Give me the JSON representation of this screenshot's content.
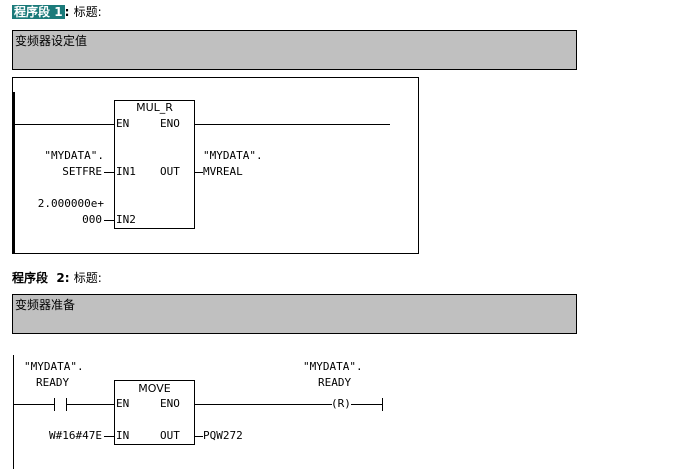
{
  "networks": [
    {
      "title_prefix": "程序段",
      "number": "1",
      "title_sep": ":",
      "title_label": "标题:",
      "comment": "变频器设定值",
      "block": {
        "name": "MUL_R",
        "en": "EN",
        "eno": "ENO",
        "in1": "IN1",
        "in2": "IN2",
        "out": "OUT",
        "in1_operand_line1": "\"MYDATA\".",
        "in1_operand_line2": "SETFRE",
        "in2_operand_line1": "2.000000e+",
        "in2_operand_line2": "000",
        "out_operand_line1": "\"MYDATA\".",
        "out_operand_line2": "MVREAL"
      }
    },
    {
      "title_prefix": "程序段",
      "number": "2",
      "title_sep": ":",
      "title_label": "标题:",
      "comment": "变频器准备",
      "contact": {
        "operand_line1": "\"MYDATA\".",
        "operand_line2": "READY"
      },
      "block": {
        "name": "MOVE",
        "en": "EN",
        "eno": "ENO",
        "in": "IN",
        "out": "OUT",
        "in_operand": "W#16#47E",
        "out_operand": "PQW272"
      },
      "coil": {
        "symbol": "(R)",
        "operand_line1": "\"MYDATA\".",
        "operand_line2": "READY"
      }
    }
  ]
}
